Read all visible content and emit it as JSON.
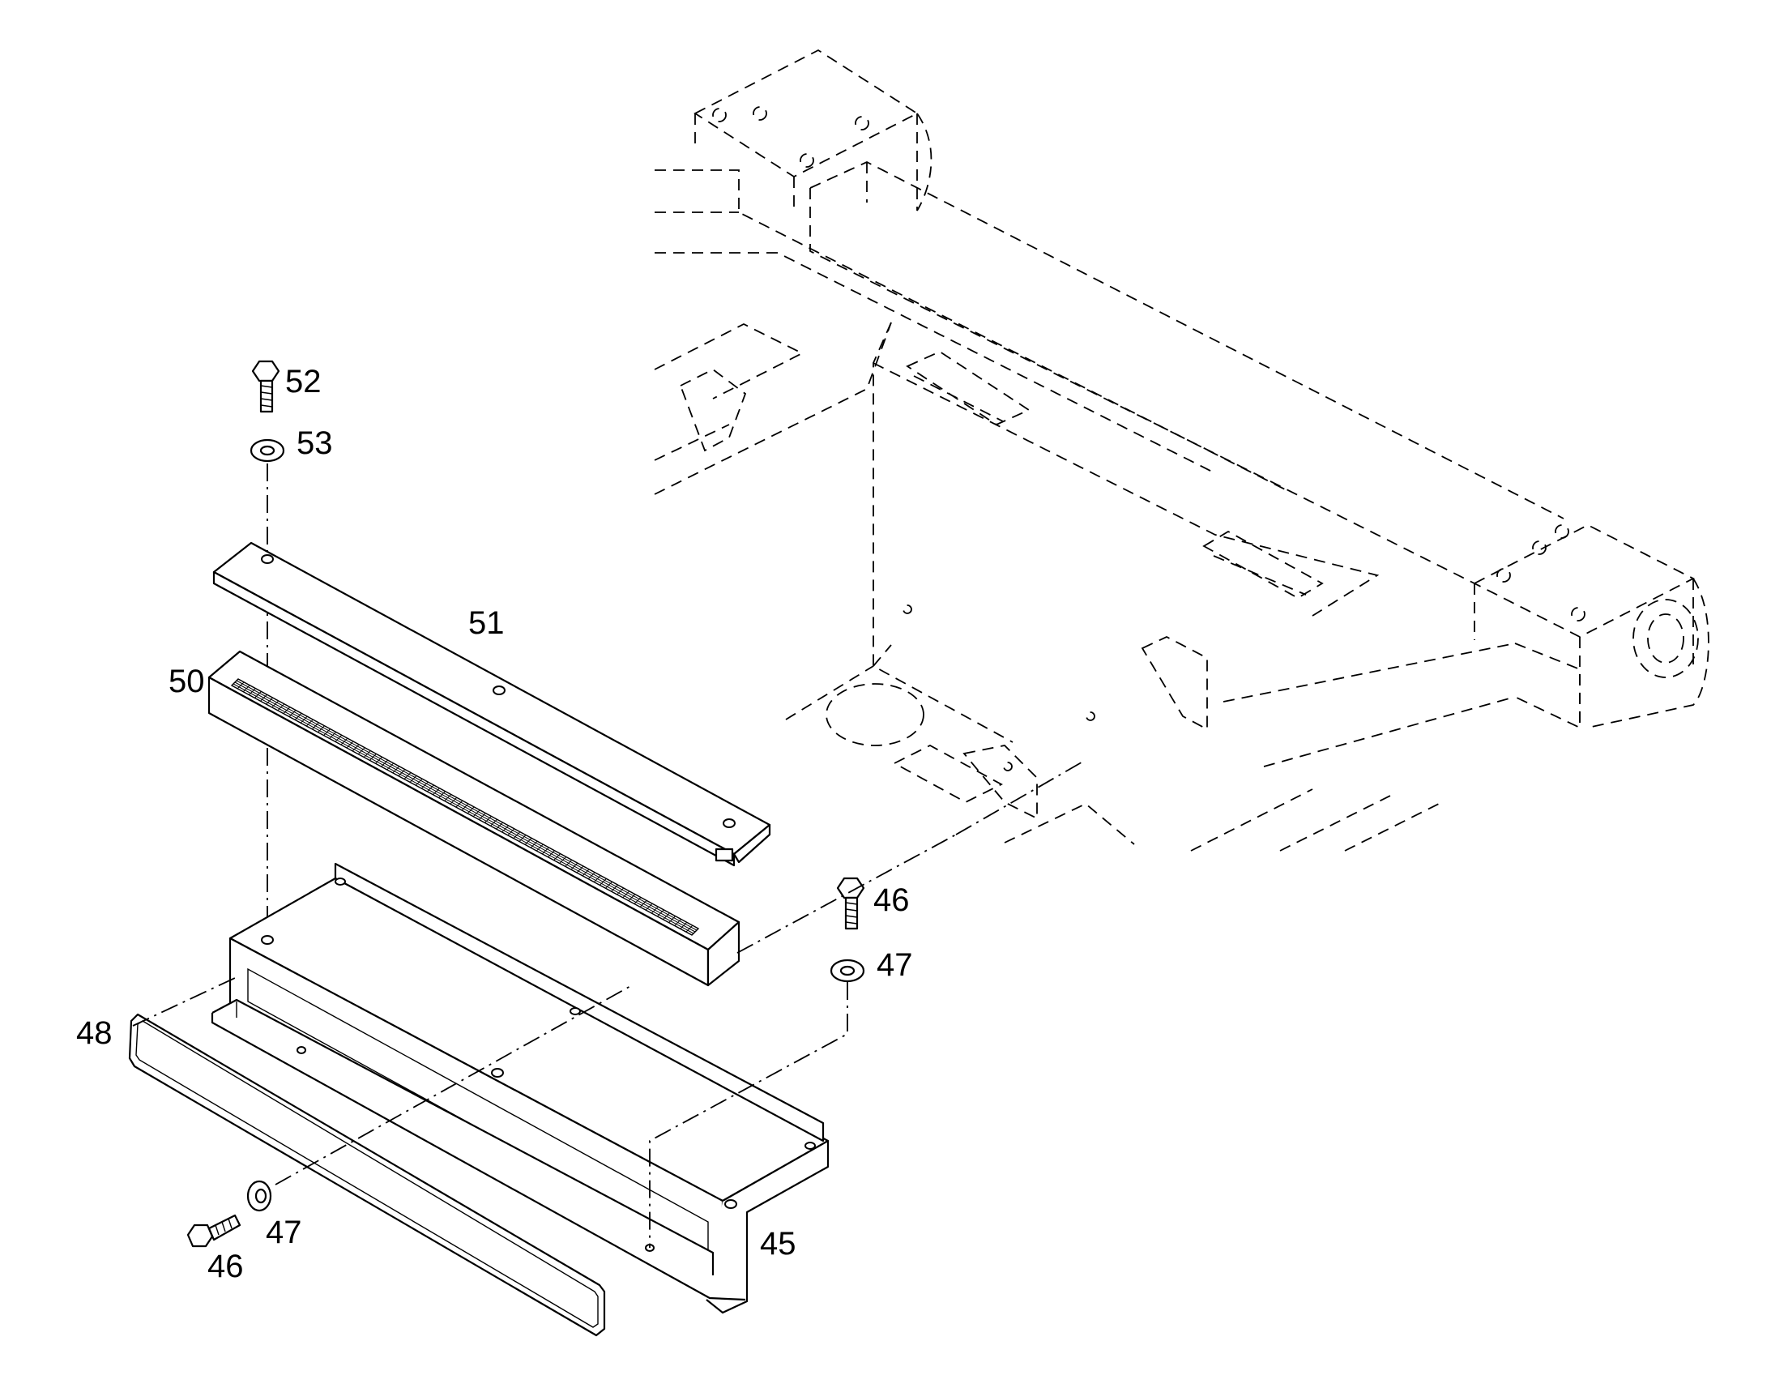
{
  "diagram": {
    "type": "exploded-parts-view",
    "callouts": [
      {
        "id": "c52",
        "label": "52"
      },
      {
        "id": "c53",
        "label": "53"
      },
      {
        "id": "c51",
        "label": "51"
      },
      {
        "id": "c50",
        "label": "50"
      },
      {
        "id": "c46a",
        "label": "46"
      },
      {
        "id": "c47a",
        "label": "47"
      },
      {
        "id": "c48",
        "label": "48"
      },
      {
        "id": "c47b",
        "label": "47"
      },
      {
        "id": "c46b",
        "label": "46"
      },
      {
        "id": "c45",
        "label": "45"
      }
    ]
  }
}
